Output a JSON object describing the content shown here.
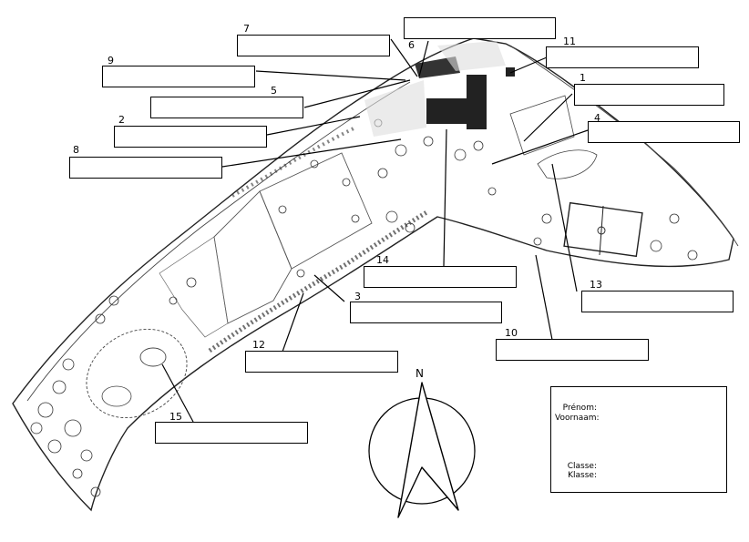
{
  "map": {
    "labels": [
      {
        "number": "1"
      },
      {
        "number": "2"
      },
      {
        "number": "3"
      },
      {
        "number": "4"
      },
      {
        "number": "5"
      },
      {
        "number": "6"
      },
      {
        "number": "7"
      },
      {
        "number": "8"
      },
      {
        "number": "9"
      },
      {
        "number": "10"
      },
      {
        "number": "11"
      },
      {
        "number": "12"
      },
      {
        "number": "13"
      },
      {
        "number": "14"
      },
      {
        "number": "15"
      }
    ]
  },
  "compass": {
    "north_letter": "N"
  },
  "student_card": {
    "prenom": "Prénom:",
    "voornaam": "Voornaam:",
    "classe": "Classe:",
    "klasse": "Klasse:"
  }
}
